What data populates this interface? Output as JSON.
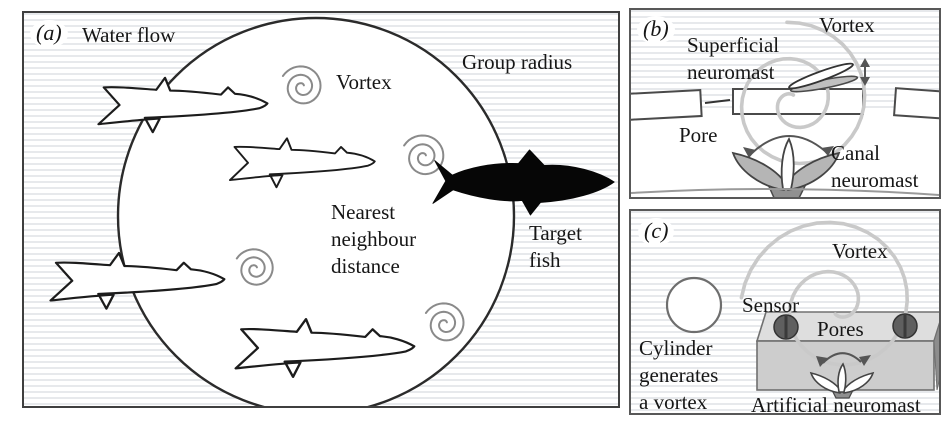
{
  "panels": {
    "a": {
      "letter": "(a)",
      "labels": {
        "water_flow": "Water flow",
        "vortex": "Vortex",
        "group_radius": "Group radius",
        "nearest": [
          "Nearest",
          "neighbour",
          "distance"
        ],
        "target": [
          "Target",
          "fish"
        ]
      }
    },
    "b": {
      "letter": "(b)",
      "labels": {
        "vortex": "Vortex",
        "superficial": [
          "Superficial",
          "neuromast"
        ],
        "pore": "Pore",
        "canal": [
          "Canal",
          "neuromast"
        ]
      }
    },
    "c": {
      "letter": "(c)",
      "labels": {
        "vortex": "Vortex",
        "sensor": "Sensor",
        "pores": "Pores",
        "cylinder": [
          "Cylinder",
          "generates",
          "a vortex"
        ],
        "artificial": "Artificial neuromast"
      }
    }
  },
  "colors": {
    "stripe": "#e7e9ec",
    "outline": "#1c1c1c",
    "target_fish": "#060606",
    "vortex_small": "#8a8a8a",
    "vortex_large": "#c9c9c9",
    "neuromast_gray": "#b5b5b5",
    "sensor_box": "#cdcdcd",
    "pore_dark": "#5f5f5f"
  }
}
